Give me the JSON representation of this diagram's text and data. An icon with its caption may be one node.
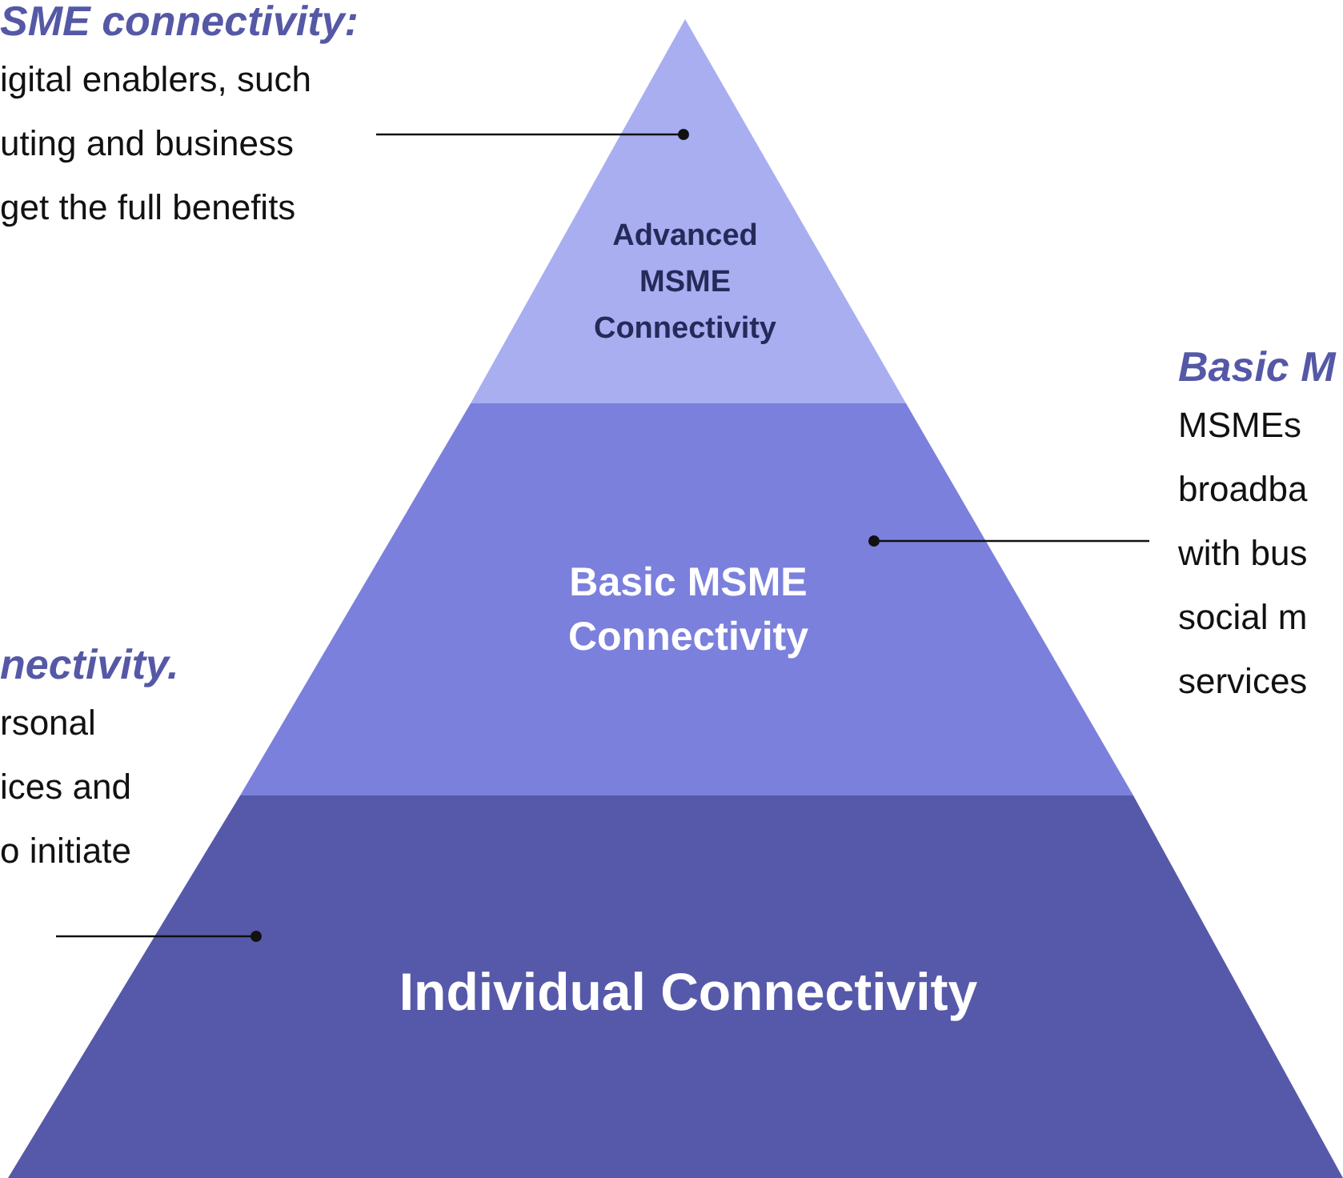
{
  "diagram": {
    "nodes": [
      {
        "text": [
          "Advanced MSME Connectivity"
        ]
      },
      {
        "text": [
          "Basic MSME Connectivity"
        ]
      },
      {
        "text": [
          "Individual Connectivity"
        ]
      },
      {
        "text": [
          "SME connectivity:",
          "igital enablers, such uting and business get the full benefits"
        ]
      },
      {
        "text": [
          "Basic M",
          "MSMEs broadba with bus social m services"
        ]
      },
      {
        "text": [
          "*nectivity*.",
          "rsonal ices and o initiate"
        ]
      }
    ],
    "edges": [
      {
        "from": 3,
        "to": 0,
        "arrow": "other"
      },
      {
        "from": 4,
        "to": 1,
        "arrow": "other"
      },
      {
        "from": 5,
        "to": 2,
        "arrow": "other"
      }
    ]
  }
}
